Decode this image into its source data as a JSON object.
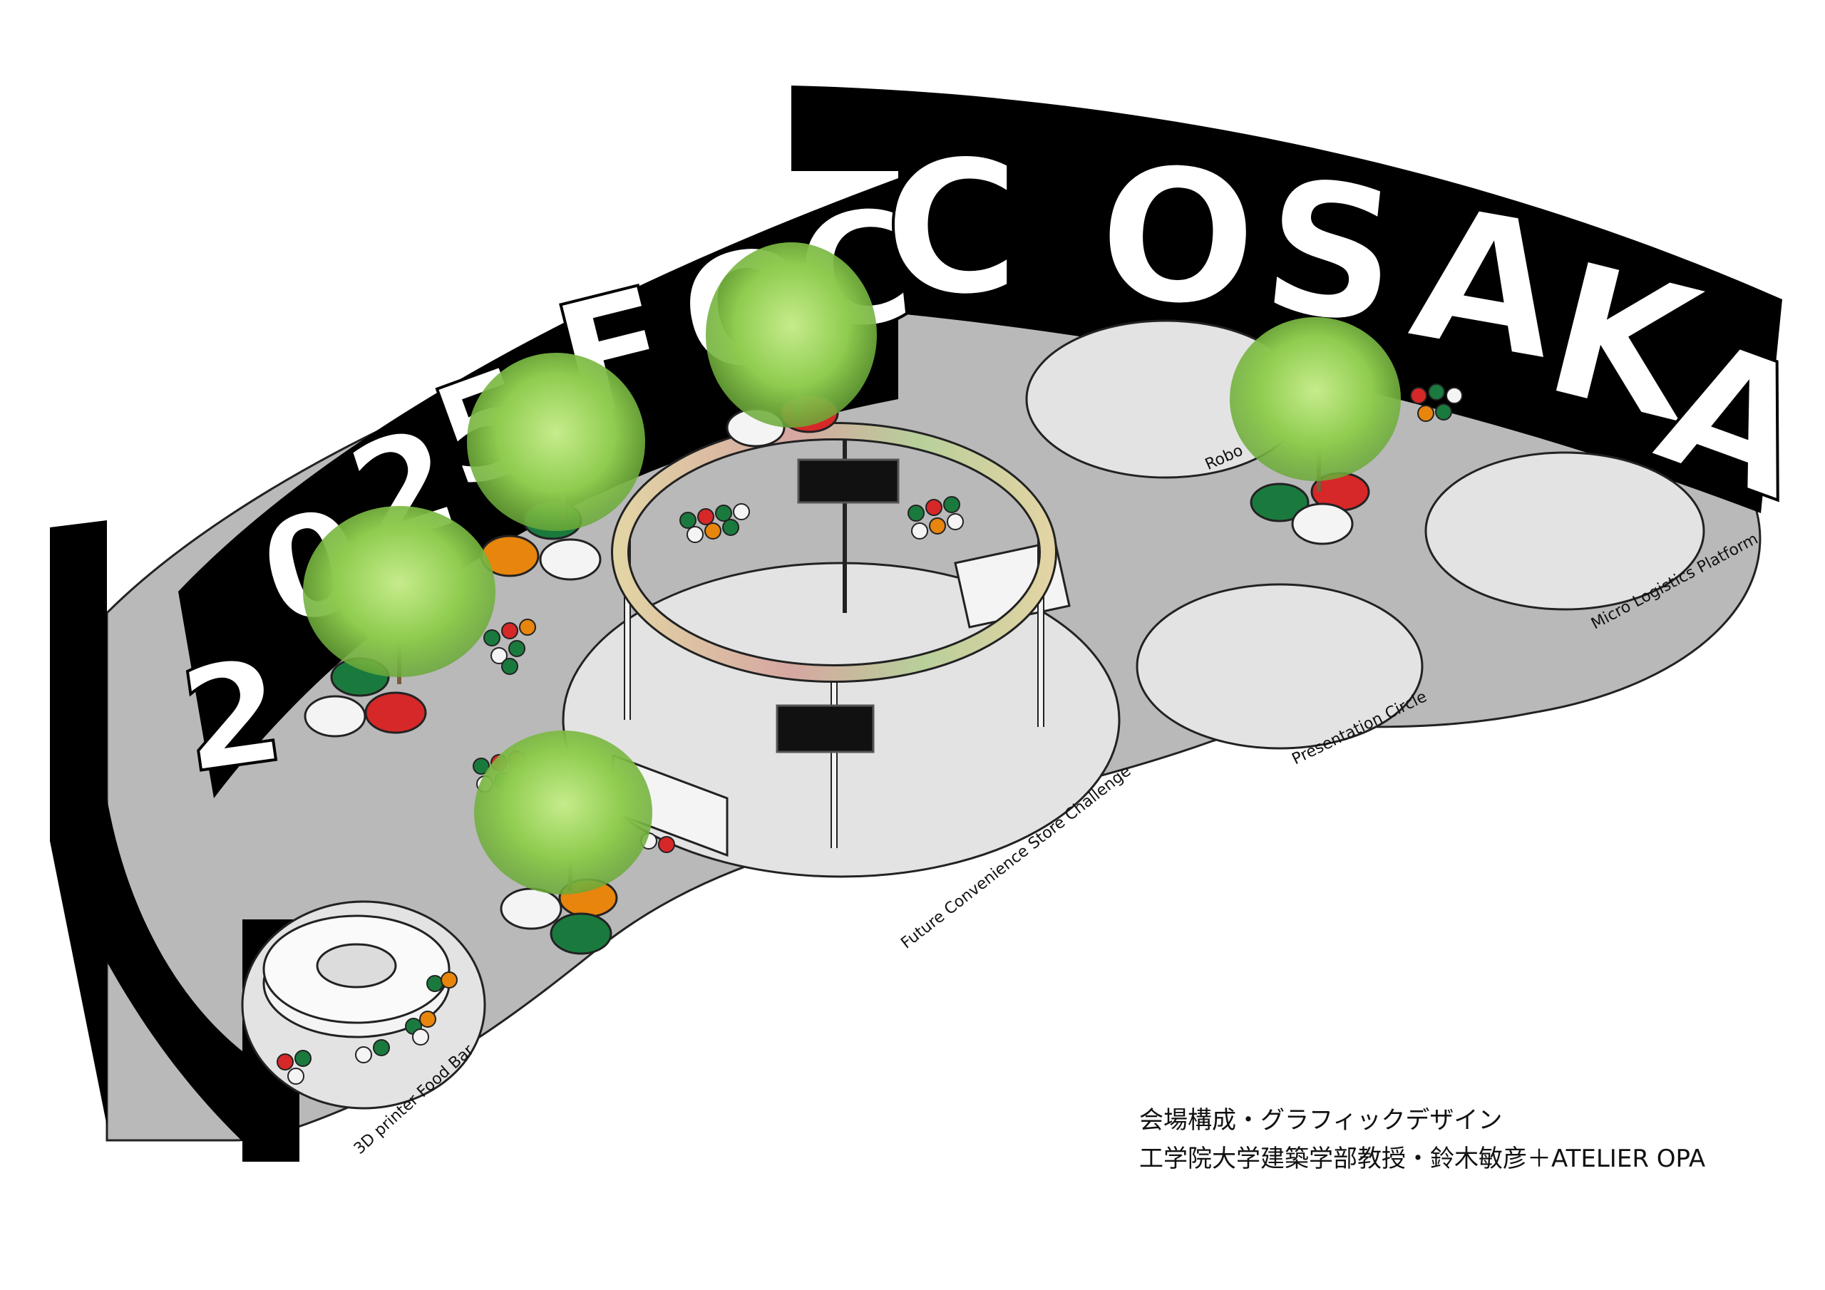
{
  "banner": {
    "letters_front": [
      "2",
      "0",
      "2",
      "5",
      "F",
      "O",
      "C"
    ],
    "letters_back": [
      "C",
      "O",
      "S",
      "A",
      "K",
      "A"
    ],
    "fill_color": "#ffffff",
    "band_color": "#000000"
  },
  "zones": {
    "future_convenience": "Future Convenience Store Challenge",
    "robo": "Robo",
    "micro_logistics": "Micro Logistics Platform",
    "presentation": "Presentation Circle",
    "food_bar": "3D printer Food Bar"
  },
  "credits": {
    "line1": "会場構成・グラフィックデザイン",
    "line2": "工学院大学建築学部教授・鈴木敏彦＋ATELIER OPA"
  },
  "colors": {
    "floor": "#b9b9b9",
    "zone_fill": "#e3e3e3",
    "green": "#1a7a3e",
    "red": "#d62828",
    "orange": "#e8850c",
    "white": "#f4f4f4",
    "foliage": "#8fcc4f"
  }
}
